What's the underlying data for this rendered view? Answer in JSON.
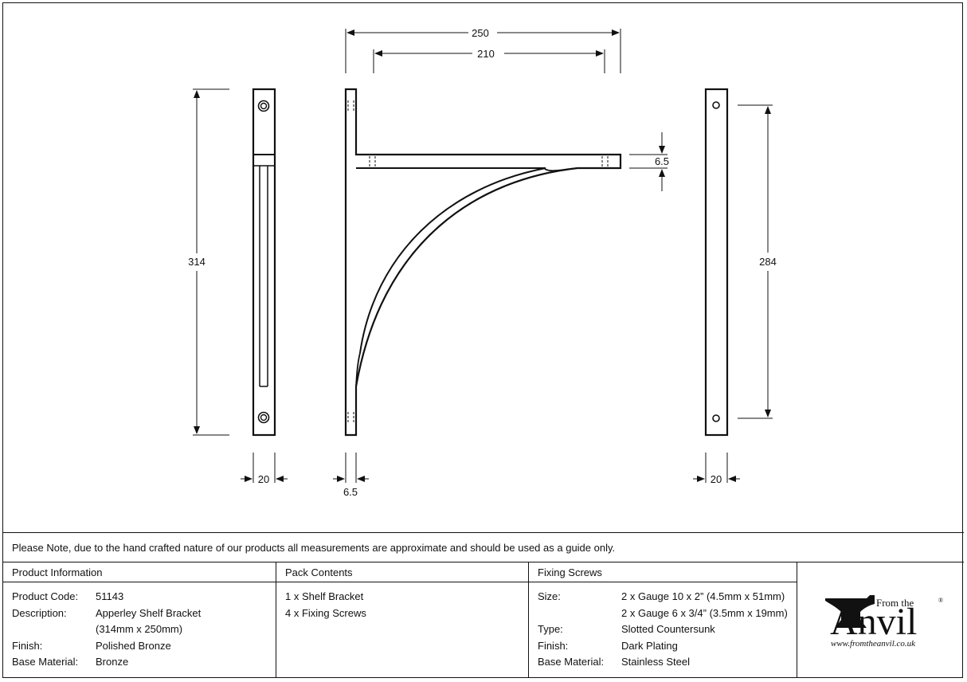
{
  "dimensions": {
    "width_top": "250",
    "width_inner": "210",
    "height_left": "314",
    "height_right": "284",
    "arm_thickness": "6.5",
    "front_width": "20",
    "side_thickness": "6.5",
    "back_width": "20"
  },
  "note": "Please Note, due to the hand crafted nature of our products all measurements are approximate and should be used as a guide only.",
  "product_info": {
    "heading": "Product Information",
    "rows": [
      {
        "label": "Product Code:",
        "value": "51143"
      },
      {
        "label": "Description:",
        "value": "Apperley Shelf Bracket"
      },
      {
        "label": "",
        "value": "(314mm x 250mm)"
      },
      {
        "label": "Finish:",
        "value": "Polished Bronze"
      },
      {
        "label": "Base Material:",
        "value": "Bronze"
      }
    ]
  },
  "pack_contents": {
    "heading": "Pack Contents",
    "items": [
      "1 x Shelf Bracket",
      "4 x Fixing Screws"
    ]
  },
  "fixing_screws": {
    "heading": "Fixing Screws",
    "rows": [
      {
        "label": "Size:",
        "value": "2 x Gauge 10 x 2” (4.5mm x 51mm)"
      },
      {
        "label": "",
        "value": "2 x Gauge 6 x 3/4” (3.5mm x 19mm)"
      },
      {
        "label": "Type:",
        "value": "Slotted Countersunk"
      },
      {
        "label": "Finish:",
        "value": "Dark Plating"
      },
      {
        "label": "Base Material:",
        "value": "Stainless Steel"
      }
    ]
  },
  "logo": {
    "from_the": "From the",
    "brand": "Anvil",
    "registered": "®",
    "url": "www.fromtheanvil.co.uk"
  }
}
